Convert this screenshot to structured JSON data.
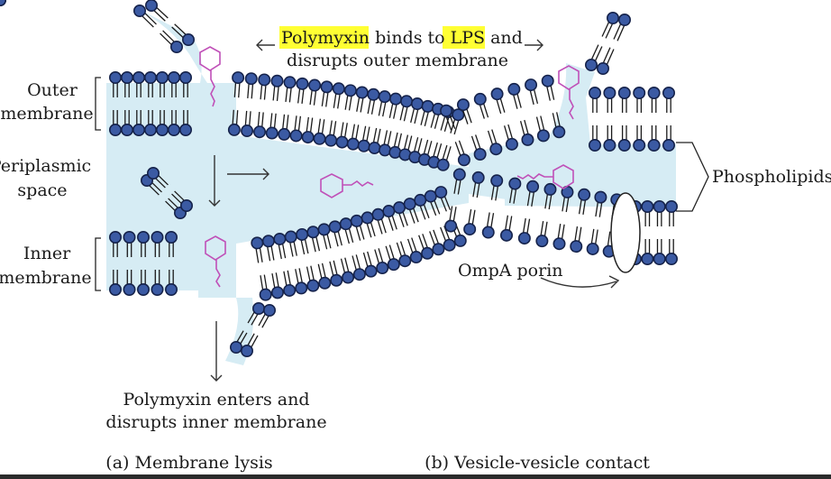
{
  "labels": {
    "outer_membrane_line1": "Outer",
    "outer_membrane_line2": "membrane",
    "periplasmic_line1": "Periplasmic",
    "periplasmic_line2": "space",
    "inner_membrane_line1": "Inner",
    "inner_membrane_line2": "membrane",
    "phospholipids": "Phospholipids",
    "ompa_porin": "OmpA porin",
    "top_word_polymyxin": "Polymyxin",
    "top_word_binds": " binds to ",
    "top_word_lps": "LPS",
    "top_word_and": " and",
    "top_line2": "disrupts outer membrane",
    "bottom_line1": "Polymyxin enters and",
    "bottom_line2": "disrupts inner membrane"
  },
  "captions": {
    "a": "(a) Membrane lysis",
    "b": "(b) Vesicle-vesicle contact"
  },
  "colors": {
    "lipid_head": "#3b5aa3",
    "periplasm": "#d6ecf4",
    "polymyxin": "#c050b8",
    "highlight": "#ffff33"
  }
}
